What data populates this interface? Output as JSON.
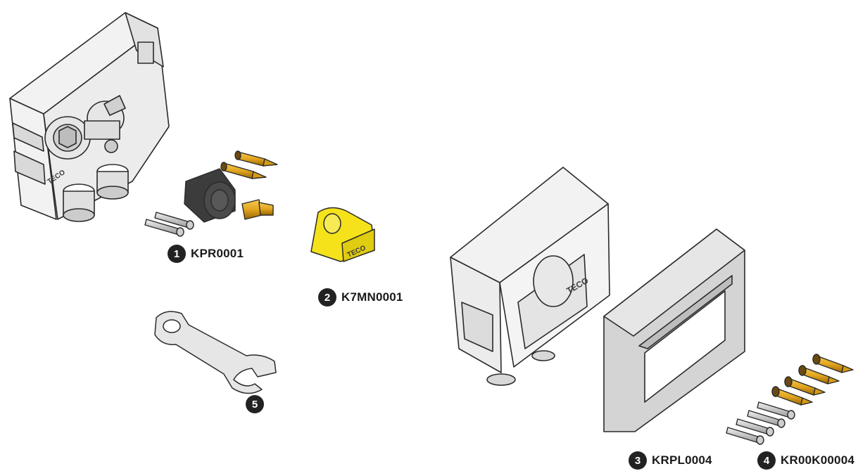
{
  "colors": {
    "line": "#2a2a2a",
    "housing": "#f2f2f2",
    "housing_shade": "#d9d9d9",
    "brass": "#e2a620",
    "brass_dark": "#8a5a00",
    "yellow": "#f5e21a",
    "dark": "#3c3c3c",
    "frame": "#d4d4d4",
    "steel": "#bfbfbf",
    "badge": "#222222"
  },
  "parts": [
    {
      "number": "1",
      "code": "KPR0001"
    },
    {
      "number": "2",
      "code": "K7MN0001"
    },
    {
      "number": "3",
      "code": "KRPL0004"
    },
    {
      "number": "4",
      "code": "KR00K00004"
    },
    {
      "number": "5",
      "code": ""
    }
  ],
  "brand_marks": {
    "housing_left": "TECO",
    "cap": "TECO",
    "housing_right": "TECO"
  }
}
